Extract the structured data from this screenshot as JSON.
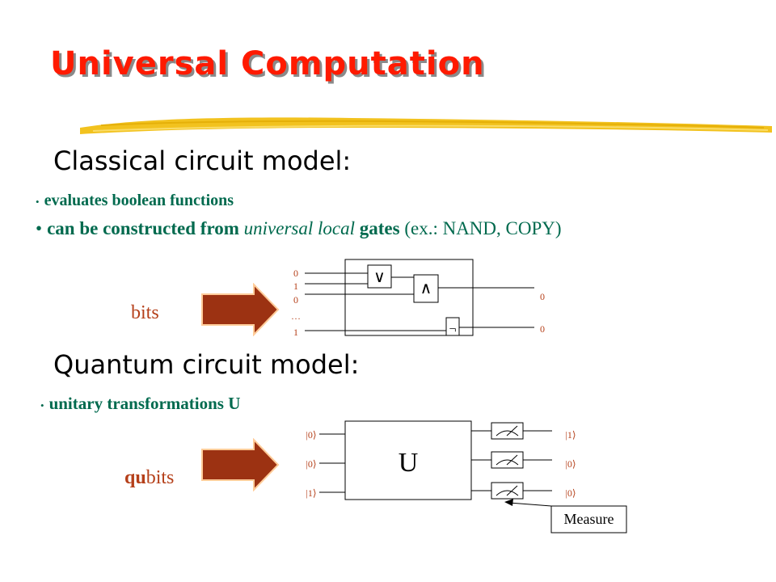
{
  "slide": {
    "title": "Universal Computation",
    "classical": {
      "heading": "Classical circuit model:",
      "bullet1": "evaluates boolean functions",
      "bullet2_a": "can be constructed from",
      "bullet2_b": "universal local",
      "bullet2_c": "gates",
      "bullet2_d": "(ex.: NAND, COPY)",
      "side_label": "bits",
      "inputs": [
        "0",
        "1",
        "0",
        "…",
        "1"
      ],
      "outputs": [
        "0",
        "0"
      ],
      "gates": [
        "∨",
        "∧",
        "¬"
      ]
    },
    "quantum": {
      "heading": "Quantum circuit model:",
      "bullet1": "unitary transformations U",
      "side_label_bold": "qu",
      "side_label_rest": "bits",
      "unitary_label": "U",
      "inputs": [
        "|0⟩",
        "|0⟩",
        "|1⟩"
      ],
      "outputs": [
        "|1⟩",
        "|0⟩",
        "|0⟩"
      ],
      "measure_label": "Measure"
    }
  },
  "colors": {
    "title": "#ff1a00",
    "bullet": "#006a4e",
    "label": "#b5401a",
    "arrow_fill": "#9c3212",
    "brush": "#f2c21e"
  }
}
